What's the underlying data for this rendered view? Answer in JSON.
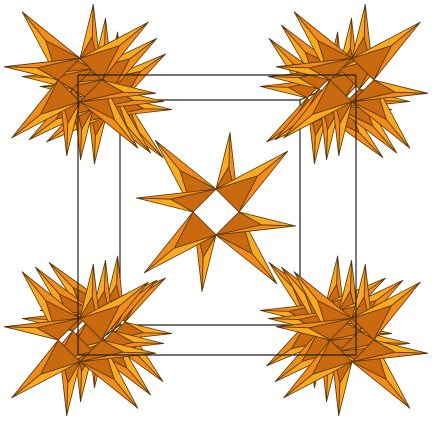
{
  "figure": {
    "kind": "polyhedral crystal structure",
    "polyhedron": "tetrahedron",
    "repeat_across": 3,
    "repeat_down": 3,
    "layers_per_cluster": 3,
    "unit_cell_outline": true
  },
  "colors": {
    "background": "#ffffff",
    "face_light": "#f7aa22",
    "face_mid": "#f08c1c",
    "face_dark": "#c96a10",
    "edge": "#5c3408",
    "cell_line": "#222222"
  }
}
